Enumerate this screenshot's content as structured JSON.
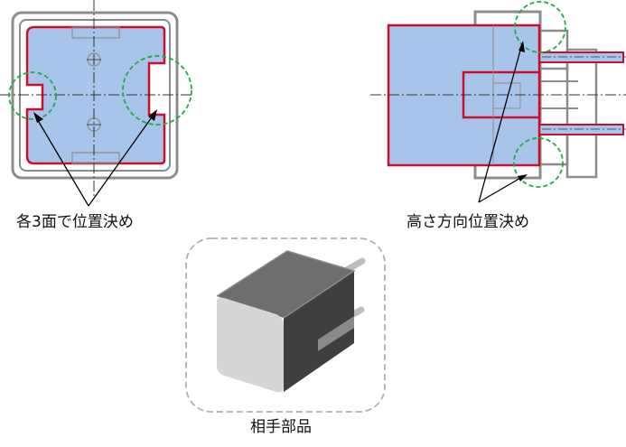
{
  "labels": {
    "left_caption": "各3面で位置決め",
    "right_caption": "高さ方向位置決め",
    "bottom_caption": "相手部品"
  },
  "colors": {
    "outline_gray": "#8c8c8c",
    "part_red": "#c8102e",
    "fill_blue": "#a9c4ea",
    "circle_green": "#22aa44",
    "dashed_box": "#b0b0b0",
    "body_dark": "#4a4a4a",
    "face_light": "#d6d6d6"
  }
}
